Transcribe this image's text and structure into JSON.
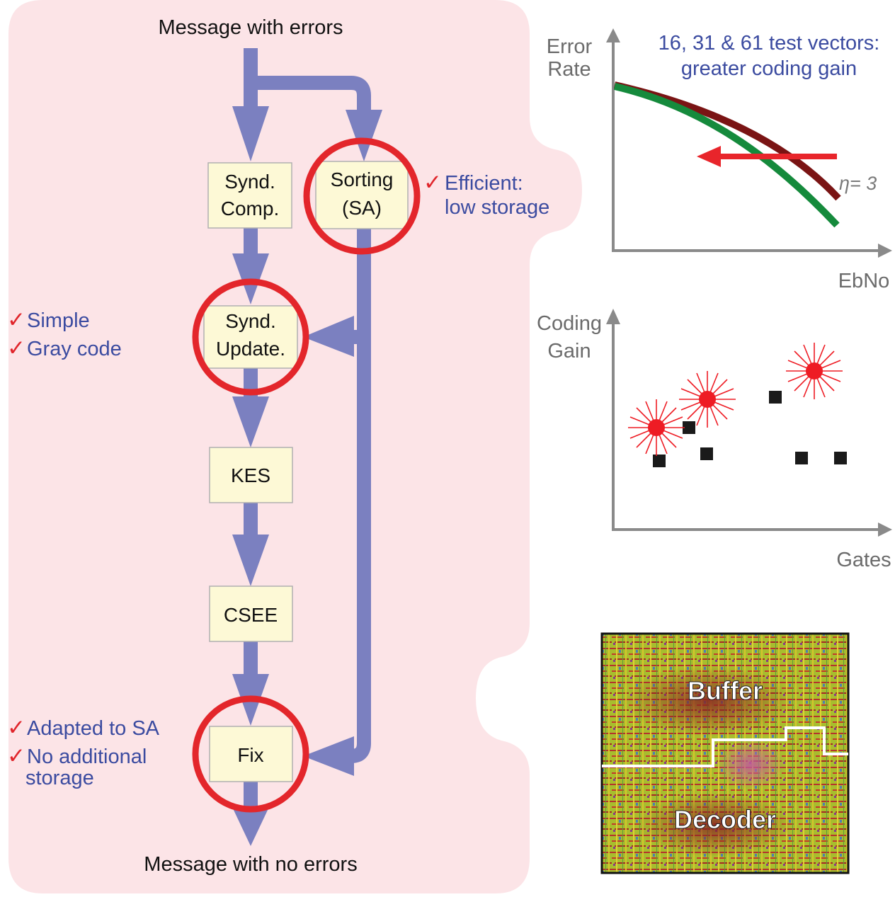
{
  "colors": {
    "panel": "#fce4e7",
    "flow": "#7b80c0",
    "box_fill": "#fdf9d6",
    "box_stroke": "#b0b0b0",
    "highlight_ring": "#e3262b",
    "note_text": "#3b4ba0",
    "check": "#e0252b",
    "axis": "#8a8a8a",
    "curve_red": "#7a1414",
    "curve_green": "#158a3c",
    "star": "#ee1c24",
    "square": "#1a1a1a"
  },
  "flow": {
    "input_label": "Message with errors",
    "output_label": "Message with no errors",
    "blocks": {
      "synd_comp": [
        "Synd.",
        "Comp."
      ],
      "sorting": [
        "Sorting",
        "(SA)"
      ],
      "synd_update": [
        "Synd.",
        "Update."
      ],
      "kes": "KES",
      "csee": "CSEE",
      "fix": "Fix"
    }
  },
  "notes": {
    "check_mark": "✓",
    "sorting": [
      "Efficient:",
      "low storage"
    ],
    "synd_update": [
      "Simple",
      "Gray code"
    ],
    "fix": [
      "Adapted to SA",
      "No additional",
      "storage"
    ]
  },
  "error_chart": {
    "ylabel": [
      "Error",
      "Rate"
    ],
    "xlabel": "EbNo",
    "annotation": [
      "16, 31 & 61 test vectors:",
      "greater coding gain"
    ],
    "curve_label": "η= 3"
  },
  "gain_chart": {
    "ylabel": [
      "Coding",
      "Gain"
    ],
    "xlabel": "Gates"
  },
  "layout_chip": {
    "top_label": "Buffer",
    "bottom_label": "Decoder"
  }
}
